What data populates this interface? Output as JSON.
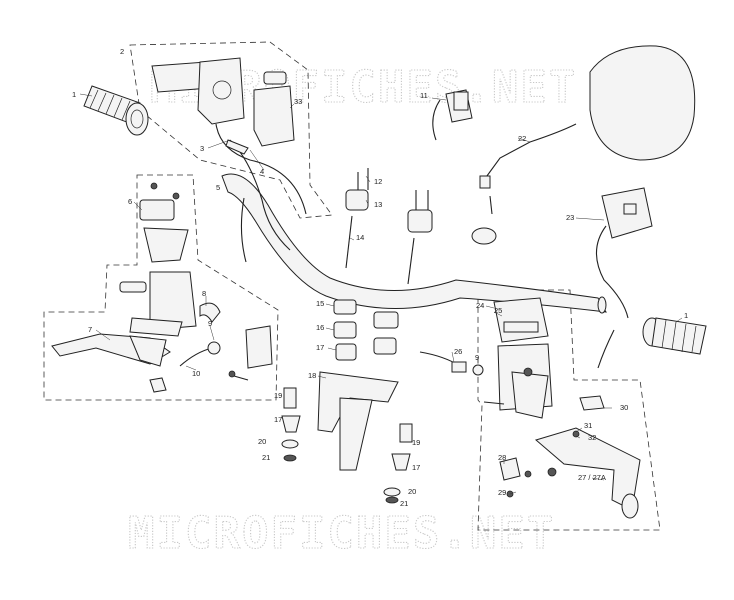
{
  "watermark": {
    "top_text": "MICROFICHES.NET",
    "bottom_text": "MICROFICHES.NET"
  },
  "callouts": [
    {
      "id": "c1a",
      "text": "1"
    },
    {
      "id": "c2",
      "text": "2"
    },
    {
      "id": "c3",
      "text": "3"
    },
    {
      "id": "c4",
      "text": "4"
    },
    {
      "id": "c5",
      "text": "5"
    },
    {
      "id": "c6",
      "text": "6"
    },
    {
      "id": "c7",
      "text": "7"
    },
    {
      "id": "c8",
      "text": "8"
    },
    {
      "id": "c9a",
      "text": "9"
    },
    {
      "id": "c10",
      "text": "10"
    },
    {
      "id": "c11",
      "text": "11"
    },
    {
      "id": "c12",
      "text": "12"
    },
    {
      "id": "c13",
      "text": "13"
    },
    {
      "id": "c14",
      "text": "14"
    },
    {
      "id": "c15",
      "text": "15"
    },
    {
      "id": "c16",
      "text": "16"
    },
    {
      "id": "c17a",
      "text": "17"
    },
    {
      "id": "c18",
      "text": "18"
    },
    {
      "id": "c19a",
      "text": "19"
    },
    {
      "id": "c17b",
      "text": "17"
    },
    {
      "id": "c20a",
      "text": "20"
    },
    {
      "id": "c21a",
      "text": "21"
    },
    {
      "id": "c19b",
      "text": "19"
    },
    {
      "id": "c17c",
      "text": "17"
    },
    {
      "id": "c20b",
      "text": "20"
    },
    {
      "id": "c21b",
      "text": "21"
    },
    {
      "id": "c22",
      "text": "22"
    },
    {
      "id": "c23",
      "text": "23"
    },
    {
      "id": "c24",
      "text": "24"
    },
    {
      "id": "c25",
      "text": "25"
    },
    {
      "id": "c26",
      "text": "26"
    },
    {
      "id": "c9b",
      "text": "9"
    },
    {
      "id": "c1b",
      "text": "1"
    },
    {
      "id": "c30",
      "text": "30"
    },
    {
      "id": "c31",
      "text": "31"
    },
    {
      "id": "c32",
      "text": "32"
    },
    {
      "id": "c28",
      "text": "28"
    },
    {
      "id": "c29",
      "text": "29"
    },
    {
      "id": "c27",
      "text": "27 / 27A"
    },
    {
      "id": "c33",
      "text": "33"
    }
  ]
}
